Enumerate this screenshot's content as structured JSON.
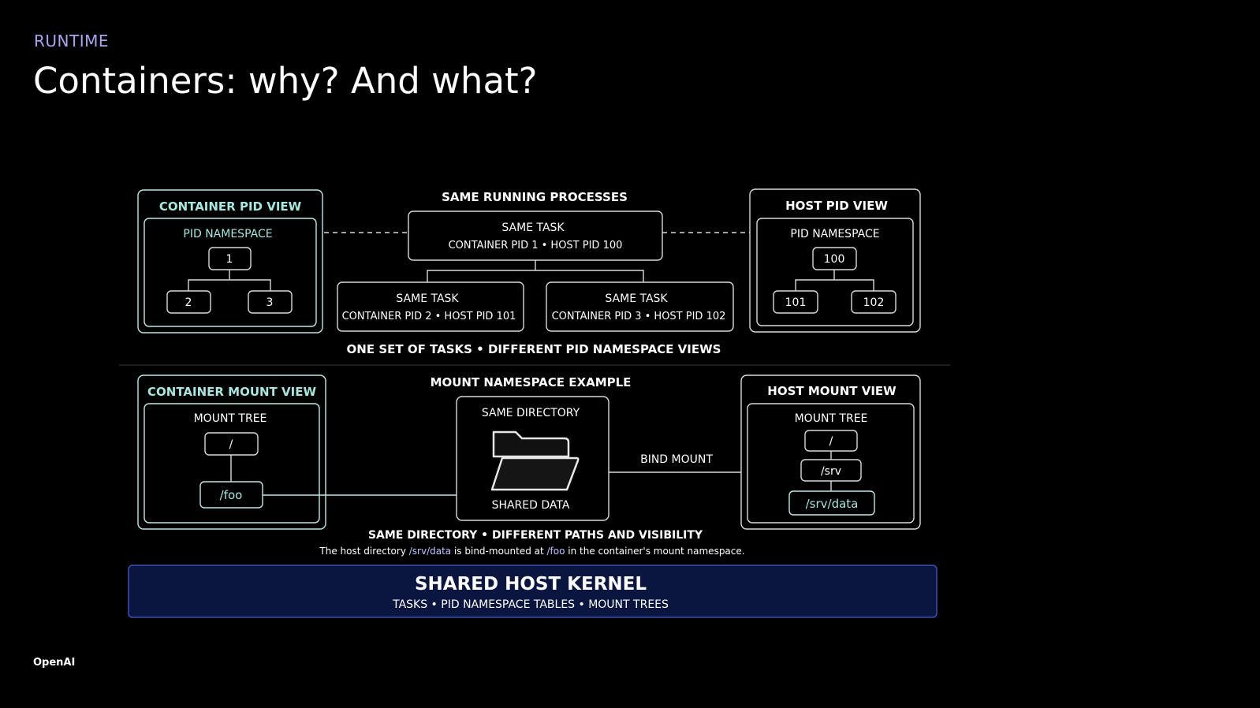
{
  "header": {
    "eyebrow": "RUNTIME",
    "title": "Containers: why? And what?"
  },
  "pid_section": {
    "container_view": {
      "title": "CONTAINER PID VIEW",
      "subtitle": "PID NAMESPACE",
      "root": "1",
      "children": [
        "2",
        "3"
      ]
    },
    "center": {
      "title": "SAME RUNNING PROCESSES",
      "main_task": {
        "label": "SAME TASK",
        "detail": "CONTAINER PID 1  •  HOST PID 100"
      },
      "child_tasks": [
        {
          "label": "SAME TASK",
          "detail": "CONTAINER PID 2  •  HOST PID 101"
        },
        {
          "label": "SAME TASK",
          "detail": "CONTAINER PID 3  •  HOST PID 102"
        }
      ]
    },
    "host_view": {
      "title": "HOST PID VIEW",
      "subtitle": "PID NAMESPACE",
      "root": "100",
      "children": [
        "101",
        "102"
      ]
    },
    "caption": "ONE SET OF TASKS  •  DIFFERENT PID NAMESPACE VIEWS"
  },
  "mount_section": {
    "container_view": {
      "title": "CONTAINER MOUNT VIEW",
      "subtitle": "MOUNT TREE",
      "root": "/",
      "child": "/foo"
    },
    "center": {
      "title": "MOUNT NAMESPACE EXAMPLE",
      "dir_title": "SAME DIRECTORY",
      "dir_caption": "SHARED DATA",
      "folder_icon": "folder-icon",
      "bind_label": "BIND MOUNT"
    },
    "host_view": {
      "title": "HOST MOUNT VIEW",
      "subtitle": "MOUNT TREE",
      "root": "/",
      "mid": "/srv",
      "leaf": "/srv/data"
    },
    "caption": "SAME DIRECTORY  •  DIFFERENT PATHS AND VISIBILITY",
    "note": {
      "part1": "The host directory ",
      "path1": "/srv/data",
      "part2": " is bind-mounted at ",
      "path2": "/foo",
      "part3": " in the container's mount namespace."
    }
  },
  "kernel": {
    "title": "SHARED HOST KERNEL",
    "subtitle": "TASKS  •  PID NAMESPACE TABLES  •  MOUNT TREES"
  },
  "footer": {
    "logo": "OpenAI"
  },
  "colors": {
    "background": "#000000",
    "eyebrow": "#a9a4ec",
    "teal": "#a8e6df",
    "kernel_fill": "#0a1640",
    "kernel_stroke": "#3d4fb0"
  }
}
